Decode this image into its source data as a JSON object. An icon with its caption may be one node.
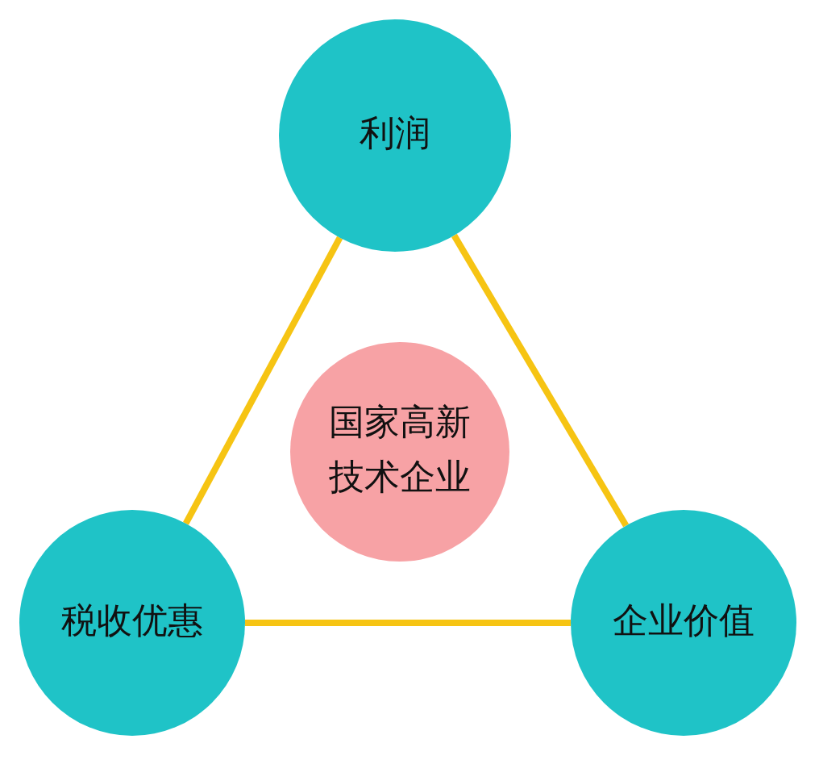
{
  "diagram": {
    "nodes": [
      {
        "text": [
          "利润"
        ]
      },
      {
        "text": [
          "国家高新技术企业"
        ]
      },
      {
        "text": [
          "税收优惠"
        ]
      },
      {
        "text": [
          "企业价值"
        ]
      }
    ],
    "edges": [
      {
        "from": 0,
        "to": 2,
        "arrow": "none"
      },
      {
        "from": 0,
        "to": 3,
        "arrow": "none"
      },
      {
        "from": 2,
        "to": 3,
        "arrow": "none"
      }
    ]
  }
}
